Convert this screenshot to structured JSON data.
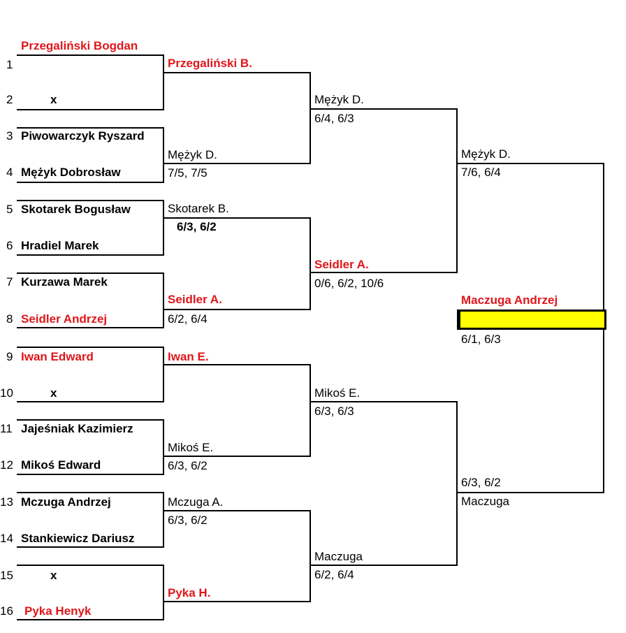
{
  "colors": {
    "winner": "#e0161a",
    "champion_box": "#ffff00"
  },
  "round1": [
    {
      "seed": "1",
      "name": "Przegaliński Bogdan"
    },
    {
      "seed": "2",
      "name": "x"
    },
    {
      "seed": "3",
      "name": "Piwowarczyk Ryszard"
    },
    {
      "seed": "4",
      "name": "Mężyk Dobrosław"
    },
    {
      "seed": "5",
      "name": "Skotarek Bogusław"
    },
    {
      "seed": "6",
      "name": "Hradiel Marek"
    },
    {
      "seed": "7",
      "name": "Kurzawa Marek"
    },
    {
      "seed": "8",
      "name": "Seidler Andrzej"
    },
    {
      "seed": "9",
      "name": "Iwan Edward"
    },
    {
      "seed": "10",
      "name": "x"
    },
    {
      "seed": "11",
      "name": "Jajeśniak Kazimierz"
    },
    {
      "seed": "12",
      "name": "Mikoś Edward"
    },
    {
      "seed": "13",
      "name": "Mczuga Andrzej"
    },
    {
      "seed": "14",
      "name": "Stankiewicz Dariusz"
    },
    {
      "seed": "15",
      "name": "x"
    },
    {
      "seed": "16",
      "name": "Pyka Henyk"
    }
  ],
  "round2": [
    {
      "winner": "Przegaliński B.",
      "score": ""
    },
    {
      "winner": "Mężyk D.",
      "score": "7/5, 7/5"
    },
    {
      "winner": "Skotarek B.",
      "score": "6/3, 6/2"
    },
    {
      "winner": "Seidler A.",
      "score": "6/2, 6/4"
    },
    {
      "winner": "Iwan E.",
      "score": ""
    },
    {
      "winner": "Mikoś E.",
      "score": "6/3, 6/2"
    },
    {
      "winner": "Mczuga A.",
      "score": "6/3, 6/2"
    },
    {
      "winner": "Pyka H.",
      "score": ""
    }
  ],
  "round3": [
    {
      "winner": "Mężyk D.",
      "score": "6/4, 6/3"
    },
    {
      "winner": "Seidler A.",
      "score": "0/6, 6/2, 10/6"
    },
    {
      "winner": "Mikoś E.",
      "score": "6/3, 6/3"
    },
    {
      "winner": "Maczuga",
      "score": "6/2, 6/4"
    }
  ],
  "round4": [
    {
      "winner": "Mężyk D.",
      "score": "7/6, 6/4"
    },
    {
      "winner": "Maczuga",
      "score": "6/3, 6/2"
    }
  ],
  "final": {
    "champion": "Maczuga Andrzej",
    "score": "6/1, 6/3"
  }
}
